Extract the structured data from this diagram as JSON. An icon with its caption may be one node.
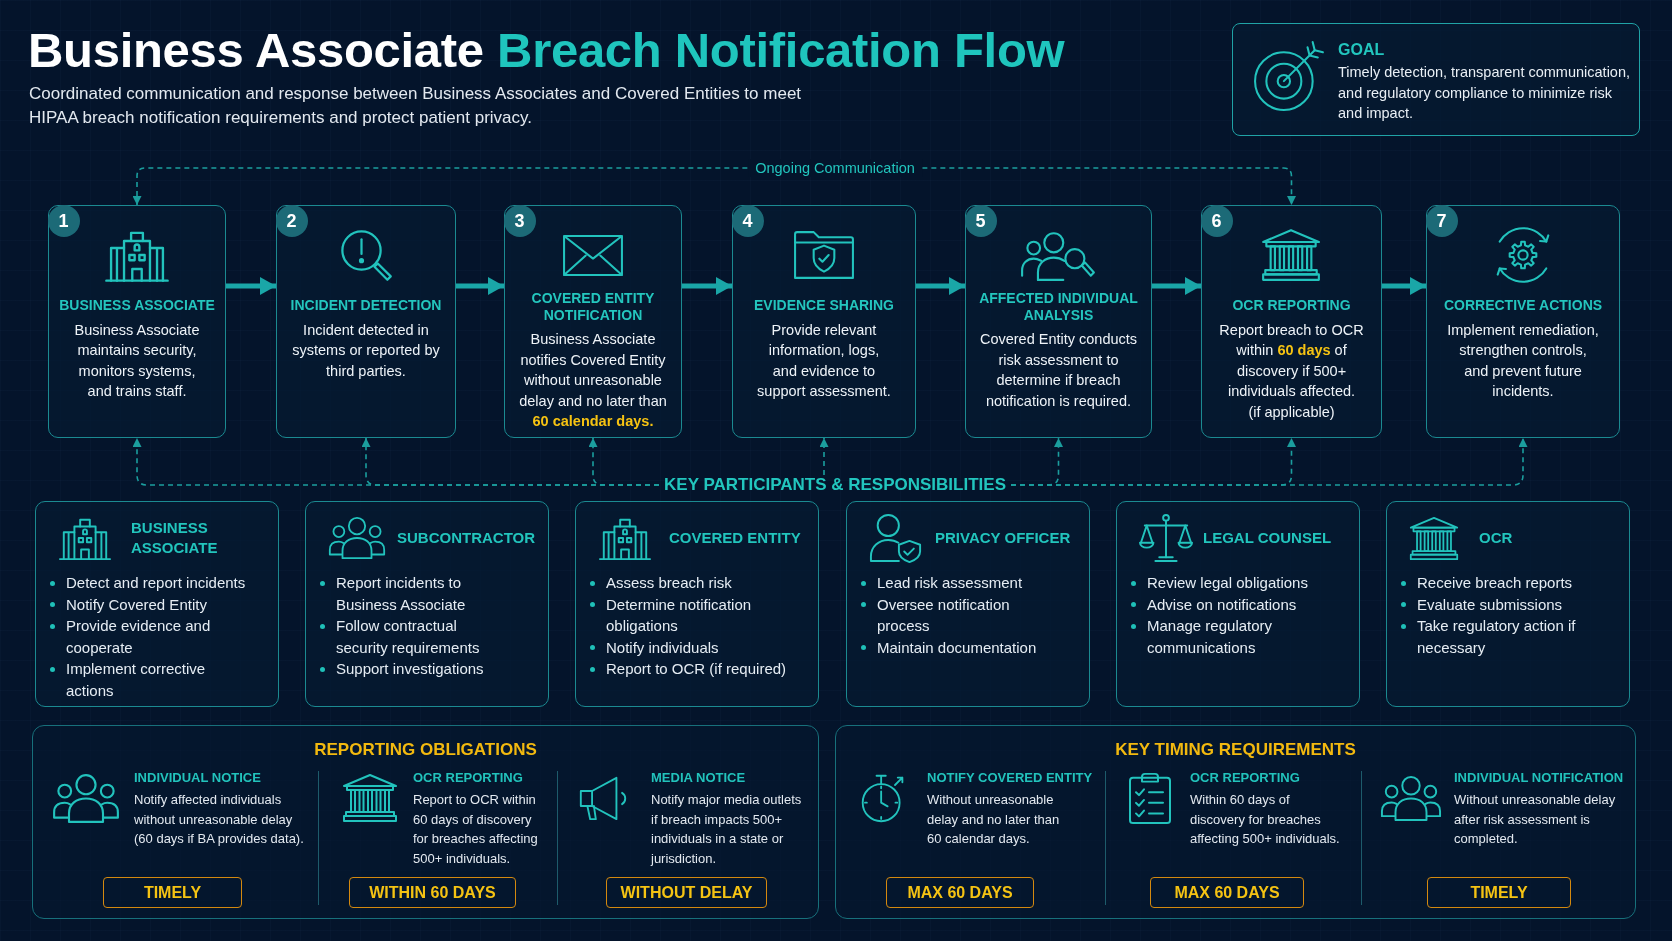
{
  "diagram": {
    "title": "Business Associate **Breach Notification Flow**",
    "nodes": [
      {
        "text": [
          "GOAL",
          "Timely detection, transparent communication, and regulatory compliance to minimize risk and impact."
        ]
      },
      {
        "text": [
          "1",
          "BUSINESS ASSOCIATE",
          "Business Associate maintains security, monitors systems, and trains staff."
        ]
      },
      {
        "text": [
          "2",
          "INCIDENT DETECTION",
          "Incident detected in systems or reported by third parties."
        ]
      },
      {
        "text": [
          "3",
          "COVERED ENTITY NOTIFICATION",
          "Business Associate notifies Covered Entity without unreasonable delay and no later than **60 calendar days.**"
        ]
      },
      {
        "text": [
          "4",
          "EVIDENCE SHARING",
          "Provide relevant information, logs, and evidence to support assessment."
        ]
      },
      {
        "text": [
          "5",
          "AFFECTED INDIVIDUAL ANALYSIS",
          "Covered Entity conducts risk assessment to determine if breach notification is required."
        ]
      },
      {
        "text": [
          "6",
          "OCR REPORTING",
          "Report breach to OCR within **60 days** of discovery if 500+ individuals affected.",
          "(if applicable)"
        ]
      },
      {
        "text": [
          "7",
          "CORRECTIVE ACTIONS",
          "Implement remediation, strengthen controls, and prevent future incidents."
        ]
      },
      {
        "text": [
          "KEY PARTICIPANTS & RESPONSIBILITIES"
        ]
      },
      {
        "text": [
          "BUSINESS ASSOCIATE",
          "Detect and report incidents",
          "Notify Covered Entity",
          "Provide evidence and cooperate",
          "Implement corrective actions"
        ]
      },
      {
        "text": [
          "SUBCONTRACTOR",
          "Report incidents to Business Associate",
          "Follow contractual security requirements",
          "Support investigations"
        ]
      },
      {
        "text": [
          "COVERED ENTITY",
          "Assess breach risk",
          "Determine notification obligations",
          "Notify individuals",
          "Report to OCR (if required)"
        ]
      },
      {
        "text": [
          "PRIVACY OFFICER",
          "Lead risk assessment",
          "Oversee notification process",
          "Maintain documentation"
        ]
      },
      {
        "text": [
          "LEGAL COUNSEL",
          "Review legal obligations",
          "Advise on notifications",
          "Manage regulatory communications"
        ]
      },
      {
        "text": [
          "OCR",
          "Receive breach reports",
          "Evaluate submissions",
          "Take regulatory action if necessary"
        ]
      },
      {
        "text": [
          "REPORTING OBLIGATIONS",
          "INDIVIDUAL NOTICE",
          "Notify affected individuals without unreasonable delay (60 days if BA provides data).",
          "OCR REPORTING",
          "Report to OCR within 60 days of discovery for breaches affecting 500+ individuals.",
          "MEDIA NOTICE",
          "Notify major media outlets if breach impacts 500+ individuals in a state or jurisdiction."
        ]
      },
      {
        "text": [
          "TIMELY"
        ],
        "in": 15
      },
      {
        "text": [
          "WITHIN 60 DAYS"
        ],
        "in": 15
      },
      {
        "text": [
          "WITHOUT DELAY"
        ],
        "in": 15
      },
      {
        "text": [
          "KEY TIMING REQUIREMENTS",
          "NOTIFY COVERED ENTITY",
          "Without unreasonable delay and no later than 60 calendar days.",
          "OCR REPORTING",
          "Within 60 days of discovery for breaches affecting 500+ individuals.",
          "INDIVIDUAL NOTIFICATION",
          "Without unreasonable delay after risk assessment is completed."
        ]
      },
      {
        "text": [
          "MAX 60 DAYS"
        ],
        "in": 19
      },
      {
        "text": [
          "MAX 60 DAYS"
        ],
        "in": 19
      },
      {
        "text": [
          "TIMELY"
        ],
        "in": 19
      }
    ],
    "edges": [
      {
        "from": 1,
        "to": 2,
        "arrow": "to",
        "style": "thick"
      },
      {
        "from": 2,
        "to": 3,
        "arrow": "to",
        "style": "thick"
      },
      {
        "from": 3,
        "to": 4,
        "arrow": "to",
        "style": "thick"
      },
      {
        "from": 4,
        "to": 5,
        "arrow": "to",
        "style": "thick"
      },
      {
        "from": 5,
        "to": 6,
        "arrow": "to",
        "style": "thick"
      },
      {
        "from": 6,
        "to": 7,
        "arrow": "to",
        "style": "thick"
      },
      {
        "from": 1,
        "to": 6,
        "arrow": "both",
        "style": "dashed",
        "label": "Ongoing Communication"
      },
      {
        "from": 8,
        "to": 1,
        "arrow": "to",
        "style": "dashed"
      },
      {
        "from": 8,
        "to": 2,
        "arrow": "to",
        "style": "dashed"
      },
      {
        "from": 8,
        "to": 3,
        "arrow": "to",
        "style": "dashed"
      },
      {
        "from": 8,
        "to": 4,
        "arrow": "to",
        "style": "dashed"
      },
      {
        "from": 8,
        "to": 5,
        "arrow": "to",
        "style": "dashed"
      },
      {
        "from": 8,
        "to": 6,
        "arrow": "to",
        "style": "dashed"
      },
      {
        "from": 8,
        "to": 7,
        "arrow": "to",
        "style": "dashed"
      }
    ],
    "labels": [
      "Coordinated communication and response between Business Associates and Covered Entities to meet HIPAA breach notification requirements and protect patient privacy."
    ]
  }
}
